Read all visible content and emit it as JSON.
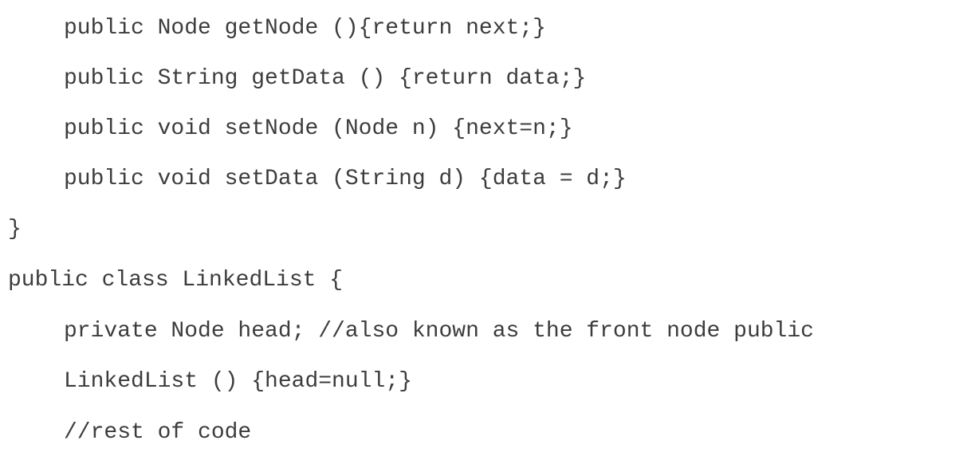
{
  "document": {
    "lines": [
      "public Node getNode (){return next;}",
      "public String getData () {return data;}",
      "public void setNode (Node n) {next=n;}",
      "public void setData (String d) {data = d;}",
      "}",
      "public class LinkedList {",
      "private Node head; //also known as the front node public",
      "LinkedList () {head=null;}",
      "//rest of code"
    ]
  },
  "colors": {
    "text": "#3c3c3c",
    "background": "#ffffff"
  }
}
